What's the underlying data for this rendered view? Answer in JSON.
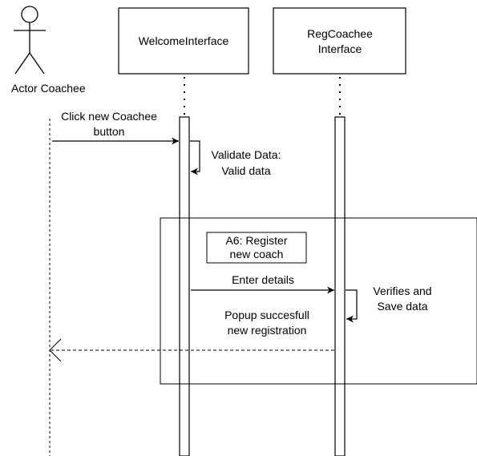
{
  "actor": {
    "label": "Actor Coachee"
  },
  "lifelines": [
    {
      "id": "welcome",
      "label_lines": [
        "WelcomeInterface"
      ]
    },
    {
      "id": "regcoachee",
      "label_lines": [
        "RegCoachee",
        "Interface"
      ]
    }
  ],
  "messages": {
    "click_new_coachee": [
      "Click new Coachee",
      "button"
    ],
    "validate_data": [
      "Validate Data:",
      "Valid data"
    ],
    "enter_details": [
      "Enter details"
    ],
    "verifies_save": [
      "Verifies and",
      "Save data"
    ],
    "popup_success": [
      "Popup succesfull",
      "new registration"
    ]
  },
  "fragment": {
    "note_lines": [
      "A6: Register",
      "new coach"
    ]
  }
}
